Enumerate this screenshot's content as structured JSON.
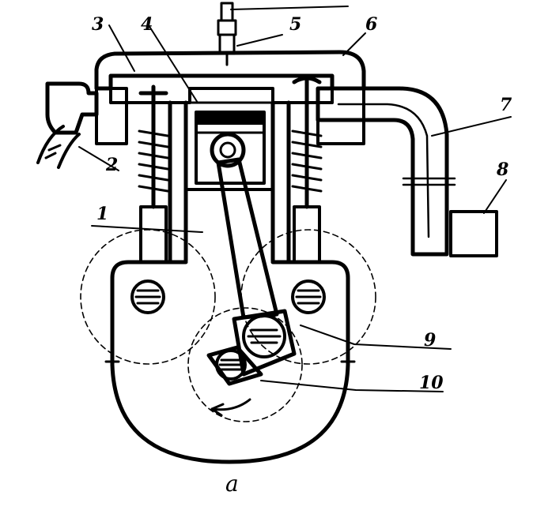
{
  "figure": {
    "caption": "a",
    "labels": [
      {
        "key": "p1",
        "text": "1"
      },
      {
        "key": "p2",
        "text": "2"
      },
      {
        "key": "p3",
        "text": "3"
      },
      {
        "key": "p4",
        "text": "4"
      },
      {
        "key": "p5",
        "text": "5"
      },
      {
        "key": "p6",
        "text": "6"
      },
      {
        "key": "p7",
        "text": "7"
      },
      {
        "key": "p8",
        "text": "8"
      },
      {
        "key": "p9",
        "text": "9"
      },
      {
        "key": "p10",
        "text": "10"
      }
    ]
  }
}
